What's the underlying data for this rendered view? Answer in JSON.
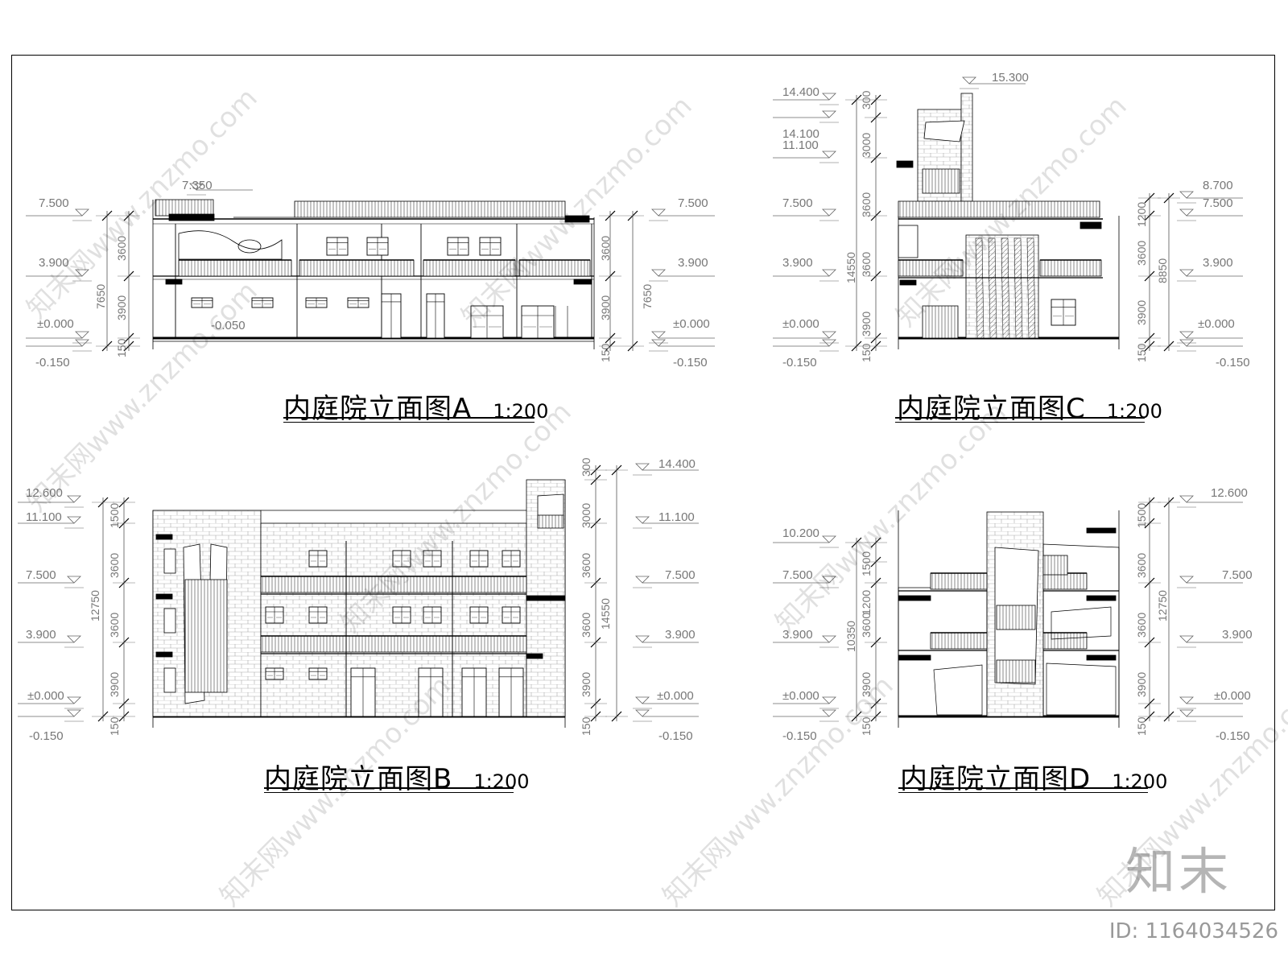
{
  "drawings": [
    {
      "id": "A",
      "title": "内庭院立面图A",
      "scale": "1:200",
      "elev_left": [
        "7.500",
        "3.900",
        "±0.000",
        "-0.150"
      ],
      "elev_right": [
        "7.500",
        "3.900",
        "±0.000",
        "-0.150"
      ],
      "elev_extra": [
        "7.350",
        "-0.050"
      ],
      "dims_left": [
        "3600",
        "3900",
        "150"
      ],
      "total_left": "7650",
      "dims_right": [
        "3600",
        "3900",
        "150"
      ],
      "total_right": "7650"
    },
    {
      "id": "C",
      "title": "内庭院立面图C",
      "scale": "1:200",
      "elev_left": [
        "14.400",
        "14.100",
        "11.100",
        "7.500",
        "3.900",
        "±0.000",
        "-0.150"
      ],
      "elev_right": [
        "8.700",
        "7.500",
        "3.900",
        "±0.000",
        "-0.150"
      ],
      "elev_extra": [
        "15.300"
      ],
      "dims_left": [
        "300",
        "3000",
        "3600",
        "3600",
        "3900",
        "150"
      ],
      "total_left": "14550",
      "dims_right": [
        "1200",
        "3600",
        "3900",
        "150"
      ],
      "total_right": "8850"
    },
    {
      "id": "B",
      "title": "内庭院立面图B",
      "scale": "1:200",
      "elev_left": [
        "12.600",
        "11.100",
        "7.500",
        "3.900",
        "±0.000",
        "-0.150"
      ],
      "elev_right": [
        "14.400",
        "11.100",
        "7.500",
        "3.900",
        "±0.000",
        "-0.150"
      ],
      "dims_left": [
        "1500",
        "3600",
        "3600",
        "3900",
        "150"
      ],
      "total_left": "12750",
      "dims_right": [
        "300",
        "3000",
        "3600",
        "3600",
        "3900",
        "150"
      ],
      "total_right": "14550"
    },
    {
      "id": "D",
      "title": "内庭院立面图D",
      "scale": "1:200",
      "elev_left": [
        "10.200",
        "7.500",
        "3.900",
        "±0.000",
        "-0.150"
      ],
      "elev_right": [
        "12.600",
        "7.500",
        "3.900",
        "±0.000",
        "-0.150"
      ],
      "dims_left": [
        "1500",
        "1200",
        "3600",
        "3900",
        "150"
      ],
      "total_left": "10350",
      "dims_right": [
        "1500",
        "3600",
        "3600",
        "3900",
        "150"
      ],
      "total_right": "12750"
    }
  ],
  "watermark": {
    "text": "知末网www.znzmo.com",
    "brand": "知末",
    "id_label": "ID: 1164034526"
  }
}
